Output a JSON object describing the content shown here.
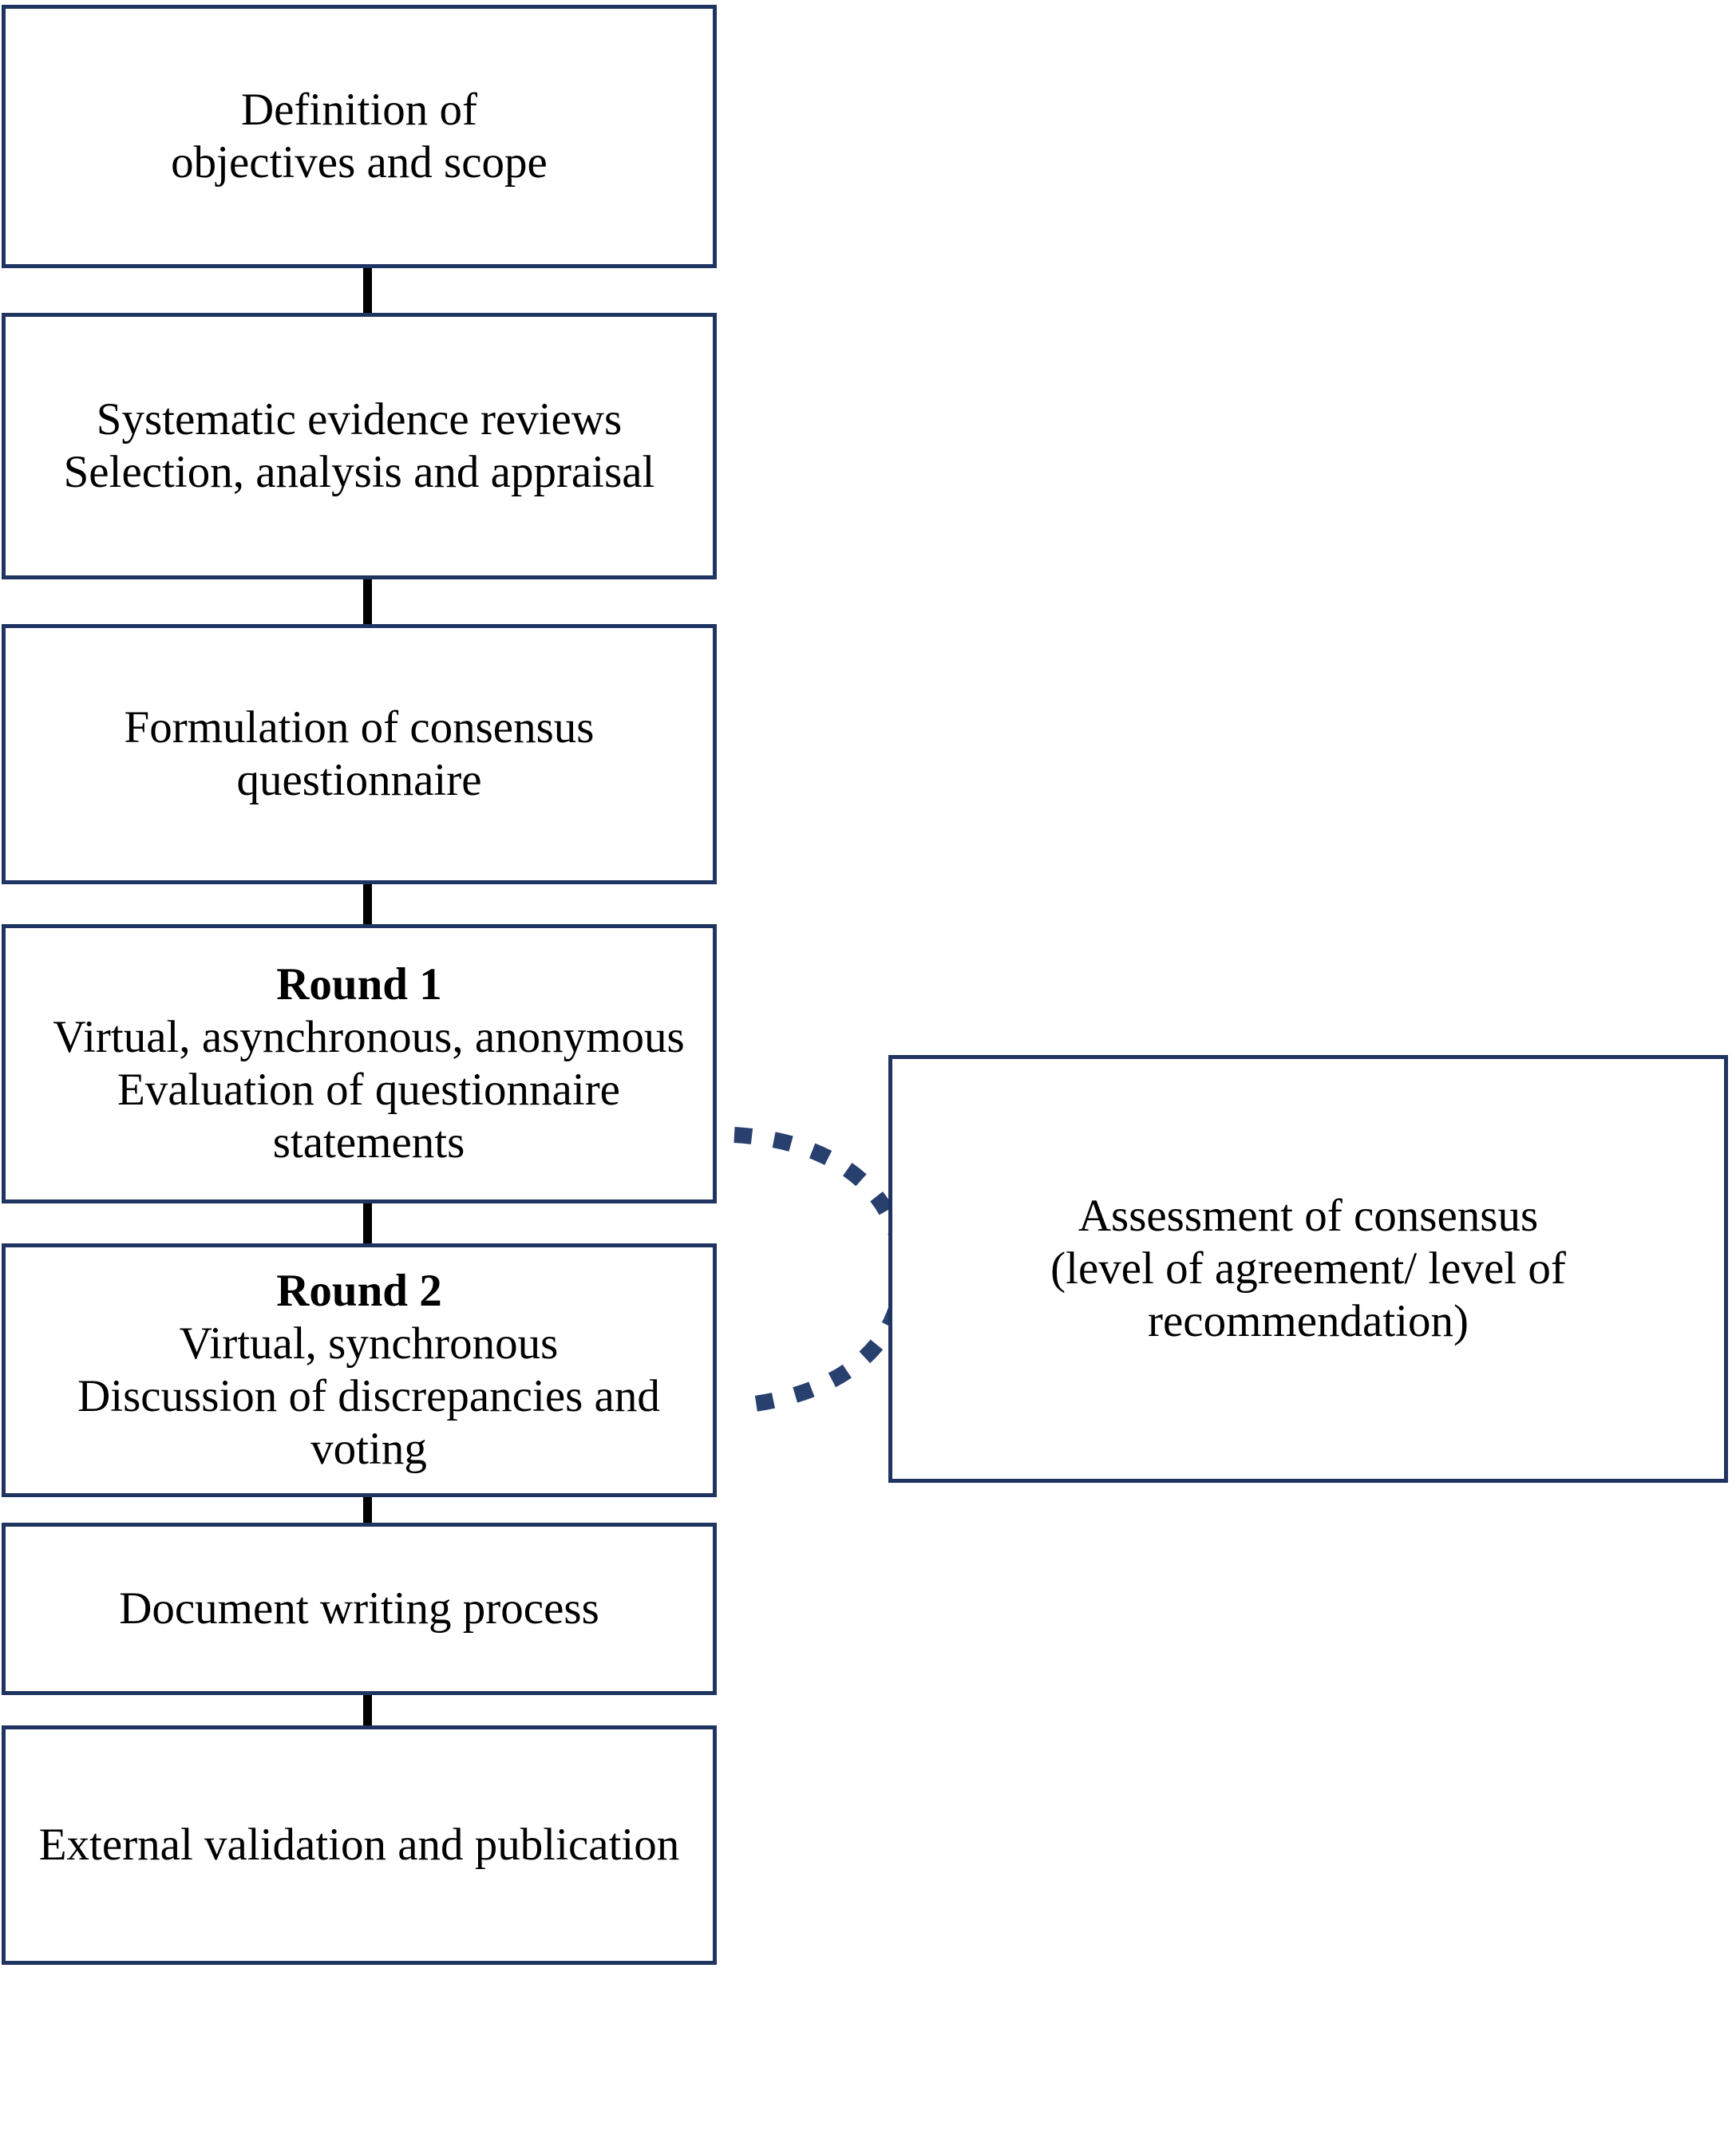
{
  "diagram": {
    "type": "flowchart",
    "orientation": "vertical",
    "colors": {
      "box_border": "#1f3461",
      "box_fill": "#ffffff",
      "connector": "#000000",
      "dotted_connector": "#28406e",
      "text": "#000000"
    },
    "nodes": [
      {
        "id": "objectives",
        "text": "Definition of\nobjectives and scope"
      },
      {
        "id": "reviews",
        "text": "Systematic evidence reviews\nSelection, analysis and appraisal"
      },
      {
        "id": "questionnaire",
        "text": "Formulation of consensus\nquestionnaire"
      },
      {
        "id": "round1",
        "title": "Round 1",
        "text": "Virtual, asynchronous, anonymous\nEvaluation of questionnaire\nstatements"
      },
      {
        "id": "round2",
        "title": "Round 2",
        "text": "Virtual, synchronous\nDiscussion of discrepancies and\nvoting"
      },
      {
        "id": "writing",
        "text": "Document writing process"
      },
      {
        "id": "validation",
        "text": "External validation and publication"
      },
      {
        "id": "assessment",
        "text": "Assessment of consensus\n(level of agreement/ level of\nrecommendation)"
      }
    ],
    "edges": [
      {
        "from": "objectives",
        "to": "reviews",
        "style": "solid"
      },
      {
        "from": "reviews",
        "to": "questionnaire",
        "style": "solid"
      },
      {
        "from": "questionnaire",
        "to": "round1",
        "style": "solid"
      },
      {
        "from": "round1",
        "to": "round2",
        "style": "solid"
      },
      {
        "from": "round2",
        "to": "writing",
        "style": "solid"
      },
      {
        "from": "writing",
        "to": "validation",
        "style": "solid"
      },
      {
        "from": "round1",
        "to": "assessment",
        "style": "dotted-arc"
      },
      {
        "from": "round2",
        "to": "assessment",
        "style": "dotted-arc"
      }
    ]
  }
}
